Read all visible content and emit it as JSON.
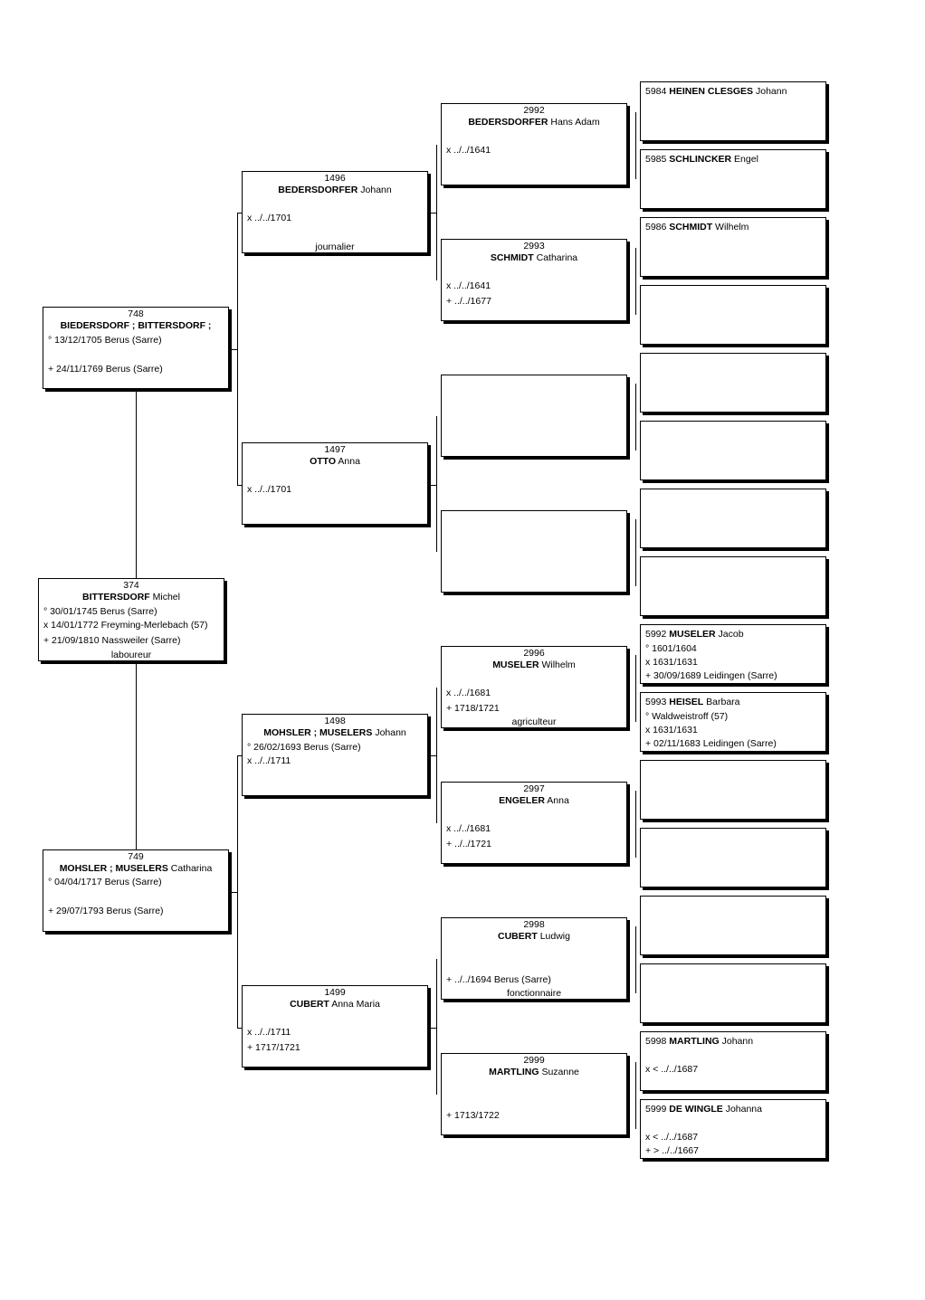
{
  "people": {
    "p374": {
      "num": "374",
      "surname": "BITTERSDORF",
      "given": "Michel",
      "birth": "° 30/01/1745 Berus (Sarre)",
      "marriage": "x 14/01/1772 Freyming-Merlebach (57)",
      "death": "+ 21/09/1810 Nassweiler (Sarre)",
      "occupation": "laboureur"
    },
    "p748": {
      "num": "748",
      "surname": "BIEDERSDORF ; BITTERSDORF ;",
      "given": "",
      "birth": "° 13/12/1705 Berus (Sarre)",
      "death": "+ 24/11/1769 Berus (Sarre)"
    },
    "p749": {
      "num": "749",
      "surname": "MOHSLER ; MUSELERS",
      "given": "Catharina",
      "birth": "° 04/04/1717 Berus (Sarre)",
      "death": "+ 29/07/1793 Berus (Sarre)"
    },
    "p1496": {
      "num": "1496",
      "surname": "BEDERSDORFER",
      "given": "Johann",
      "marriage": "x ../../1701",
      "occupation": "journalier"
    },
    "p1497": {
      "num": "1497",
      "surname": "OTTO",
      "given": "Anna",
      "marriage": "x ../../1701"
    },
    "p1498": {
      "num": "1498",
      "surname": "MOHSLER ; MUSELERS",
      "given": "Johann",
      "birth": "° 26/02/1693 Berus (Sarre)",
      "marriage": "x ../../1711"
    },
    "p1499": {
      "num": "1499",
      "surname": "CUBERT",
      "given": "Anna Maria",
      "marriage": "x ../../1711",
      "death": "+ 1717/1721"
    },
    "p2992": {
      "num": "2992",
      "surname": "BEDERSDORFER",
      "given": "Hans Adam",
      "marriage": "x ../../1641"
    },
    "p2993": {
      "num": "2993",
      "surname": "SCHMIDT",
      "given": "Catharina",
      "marriage": "x ../../1641",
      "death": "+ ../../1677"
    },
    "p2996": {
      "num": "2996",
      "surname": "MUSELER",
      "given": "Wilhelm",
      "marriage": "x ../../1681",
      "death": "+ 1718/1721",
      "occupation": "agriculteur"
    },
    "p2997": {
      "num": "2997",
      "surname": "ENGELER",
      "given": "Anna",
      "marriage": "x ../../1681",
      "death": "+ ../../1721"
    },
    "p2998": {
      "num": "2998",
      "surname": "CUBERT",
      "given": "Ludwig",
      "death": "+ ../../1694 Berus (Sarre)",
      "occupation": "fonctionnaire"
    },
    "p2999": {
      "num": "2999",
      "surname": "MARTLING",
      "given": "Suzanne",
      "death": "+ 1713/1722"
    },
    "p5984": {
      "num": "5984",
      "surname": "HEINEN CLESGES",
      "given": "Johann"
    },
    "p5985": {
      "num": "5985",
      "surname": "SCHLINCKER",
      "given": "Engel"
    },
    "p5986": {
      "num": "5986",
      "surname": "SCHMIDT",
      "given": "Wilhelm"
    },
    "p5992": {
      "num": "5992",
      "surname": "MUSELER",
      "given": "Jacob",
      "birth": "° 1601/1604",
      "marriage": "x 1631/1631",
      "death": "+ 30/09/1689 Leidingen (Sarre)"
    },
    "p5993": {
      "num": "5993",
      "surname": "HEISEL",
      "given": "Barbara",
      "birth": "° Waldweistroff (57)",
      "marriage": "x 1631/1631",
      "death": "+ 02/11/1683 Leidingen (Sarre)"
    },
    "p5998": {
      "num": "5998",
      "surname": "MARTLING",
      "given": "Johann",
      "marriage": "x < ../../1687"
    },
    "p5999": {
      "num": "5999",
      "surname": "DE WINGLE",
      "given": "Johanna",
      "marriage": "x < ../../1687",
      "death": "+ > ../../1667"
    }
  }
}
